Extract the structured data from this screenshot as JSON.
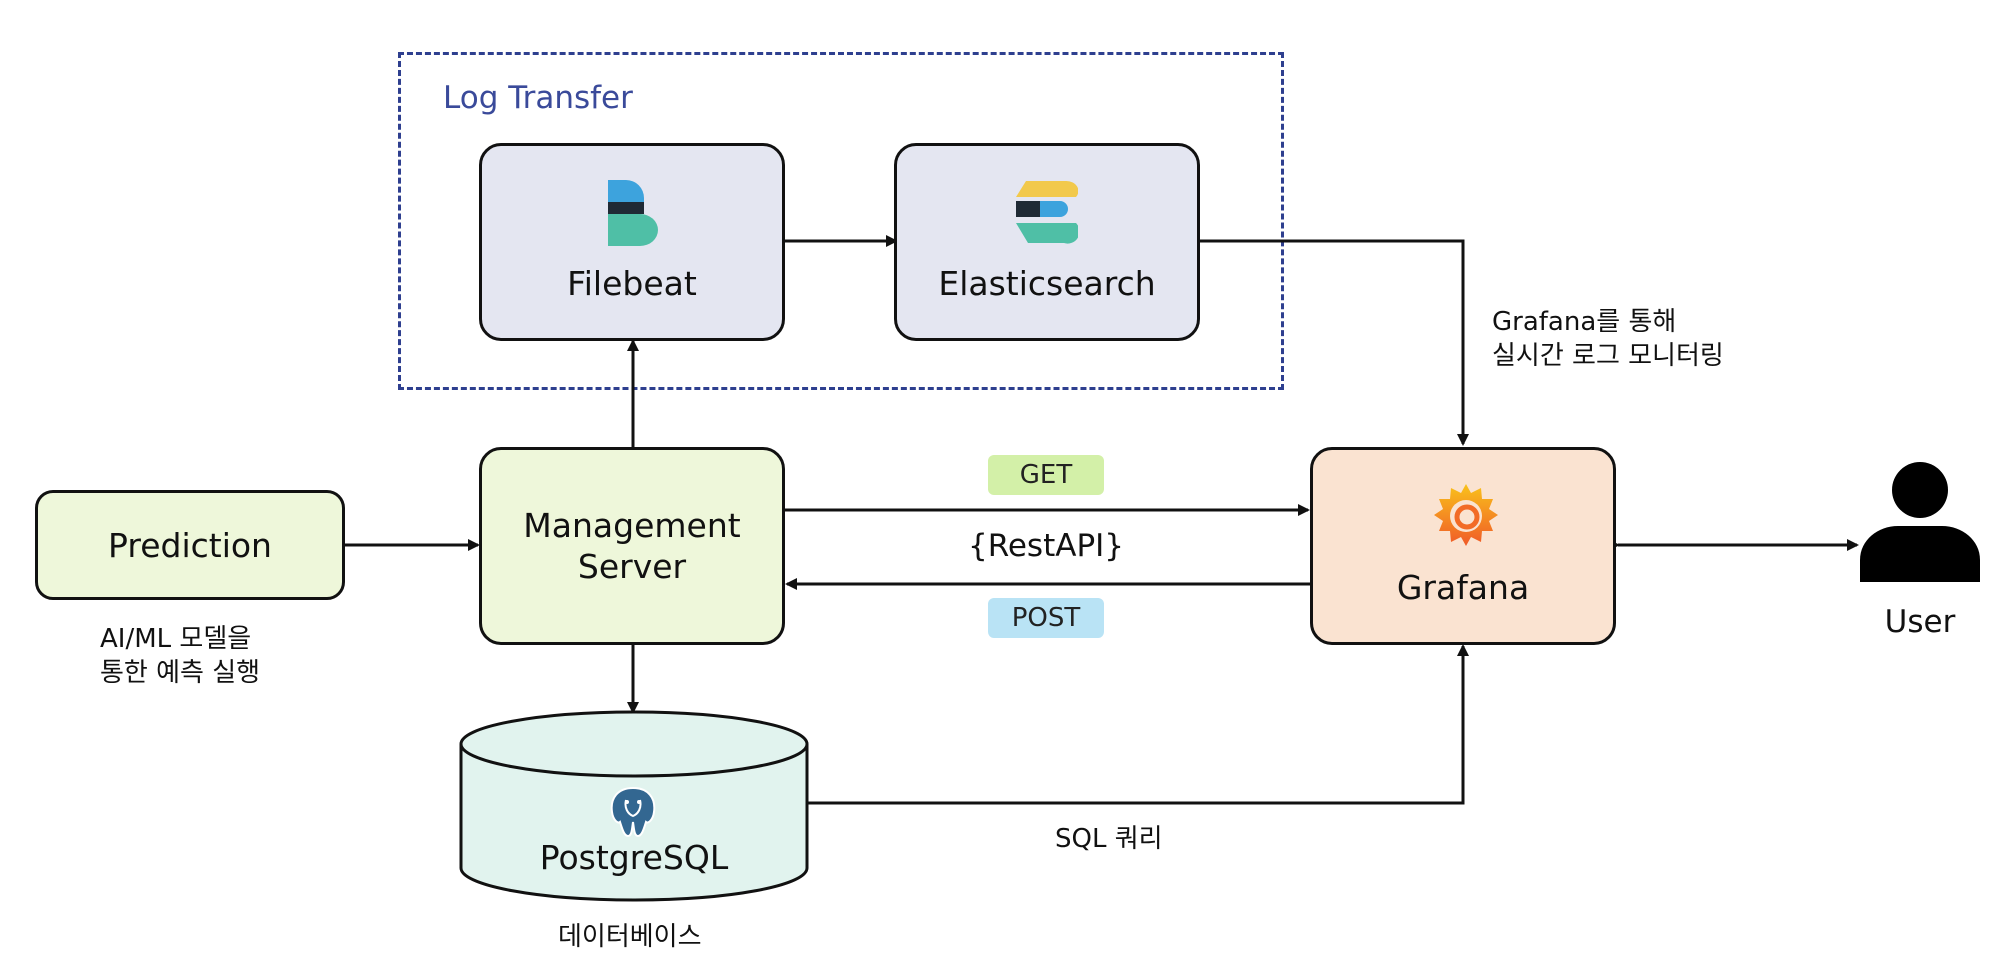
{
  "group": {
    "title": "Log Transfer"
  },
  "nodes": {
    "filebeat": {
      "label": "Filebeat",
      "icon": "filebeat-icon"
    },
    "elasticsearch": {
      "label": "Elasticsearch",
      "icon": "elasticsearch-icon"
    },
    "management": {
      "label_line1": "Management",
      "label_line2": "Server"
    },
    "prediction": {
      "label": "Prediction"
    },
    "grafana": {
      "label": "Grafana",
      "icon": "grafana-icon"
    },
    "postgres": {
      "label": "PostgreSQL",
      "icon": "postgresql-elephant-icon"
    },
    "user": {
      "label": "User",
      "icon": "user-icon"
    }
  },
  "notes": {
    "grafana_monitoring": "Grafana를 통해\n실시간 로그 모니터링",
    "prediction_desc": "AI/ML 모델을\n통한 예측 실행",
    "database": "데이터베이스",
    "sql_query": "SQL 쿼리"
  },
  "api": {
    "get": "GET",
    "post": "POST",
    "restapi": "{RestAPI}"
  },
  "colors": {
    "group_border": "#2e3f8f",
    "group_title": "#3a4a9a",
    "log_node_fill": "#e4e6f1",
    "management_fill": "#eef7da",
    "prediction_fill": "#eef7da",
    "grafana_fill": "#fae3d1",
    "postgres_fill": "#e1f3ee",
    "get_badge": "#d3f0a8",
    "post_badge": "#b9e3f5"
  }
}
